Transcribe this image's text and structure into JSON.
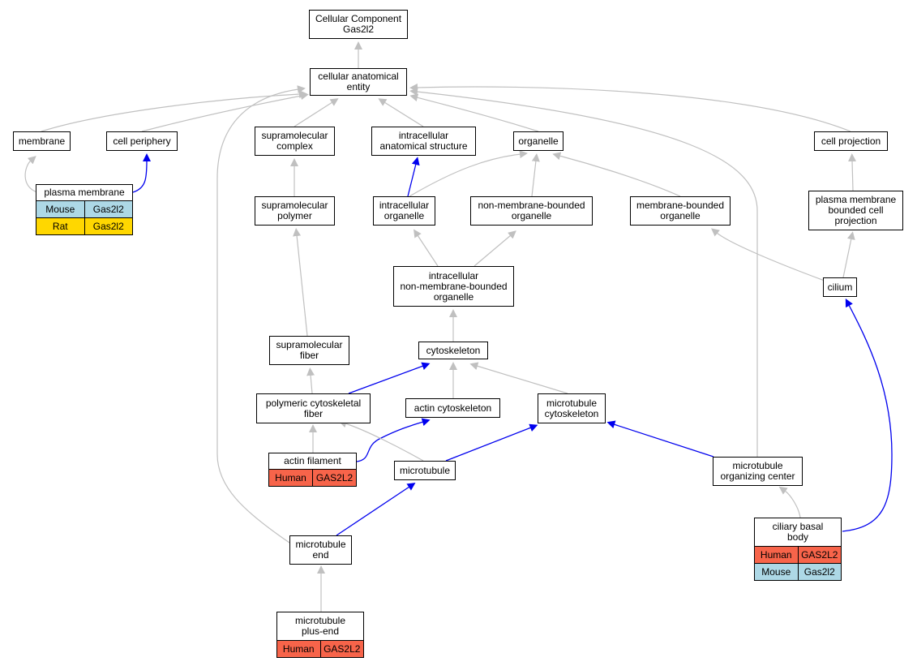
{
  "colors": {
    "is_a_edge": "#c0c0c0",
    "part_of_edge": "#0000ee",
    "human": "#f7644a",
    "mouse": "#add8e6",
    "rat": "#ffd700"
  },
  "nodes": [
    {
      "id": "root",
      "label": "Cellular Component\nGas2l2"
    },
    {
      "id": "cae",
      "label": "cellular anatomical\nentity"
    },
    {
      "id": "membrane",
      "label": "membrane"
    },
    {
      "id": "periphery",
      "label": "cell periphery"
    },
    {
      "id": "supcomplex",
      "label": "supramolecular\ncomplex"
    },
    {
      "id": "ias",
      "label": "intracellular\nanatomical structure"
    },
    {
      "id": "organelle",
      "label": "organelle"
    },
    {
      "id": "cellproj",
      "label": "cell projection"
    },
    {
      "id": "plasma",
      "label": "plasma membrane",
      "annotations": [
        {
          "species": "Mouse",
          "gene": "Gas2l2",
          "color": "mouse"
        },
        {
          "species": "Rat",
          "gene": "Gas2l2",
          "color": "rat"
        }
      ]
    },
    {
      "id": "suppolymer",
      "label": "supramolecular\npolymer"
    },
    {
      "id": "intraorg",
      "label": "intracellular\norganelle"
    },
    {
      "id": "nonmemorg",
      "label": "non-membrane-bounded\norganelle"
    },
    {
      "id": "memorg",
      "label": "membrane-bounded\norganelle"
    },
    {
      "id": "pmbcp",
      "label": "plasma membrane\nbounded cell\nprojection"
    },
    {
      "id": "inmbo",
      "label": "intracellular\nnon-membrane-bounded\norganelle"
    },
    {
      "id": "cilium",
      "label": "cilium"
    },
    {
      "id": "supfiber",
      "label": "supramolecular\nfiber"
    },
    {
      "id": "cytoskeleton",
      "label": "cytoskeleton"
    },
    {
      "id": "polyfiber",
      "label": "polymeric cytoskeletal\nfiber"
    },
    {
      "id": "actincyto",
      "label": "actin cytoskeleton"
    },
    {
      "id": "mtcyto",
      "label": "microtubule\ncytoskeleton"
    },
    {
      "id": "actinfil",
      "label": "actin filament",
      "annotations": [
        {
          "species": "Human",
          "gene": "GAS2L2",
          "color": "human"
        }
      ]
    },
    {
      "id": "microtubule",
      "label": "microtubule"
    },
    {
      "id": "mtoc",
      "label": "microtubule\norganizing center"
    },
    {
      "id": "basalbody",
      "label": "ciliary basal\nbody",
      "annotations": [
        {
          "species": "Human",
          "gene": "GAS2L2",
          "color": "human"
        },
        {
          "species": "Mouse",
          "gene": "Gas2l2",
          "color": "mouse"
        }
      ]
    },
    {
      "id": "mtend",
      "label": "microtubule\nend"
    },
    {
      "id": "mtplus",
      "label": "microtubule\nplus-end",
      "annotations": [
        {
          "species": "Human",
          "gene": "GAS2L2",
          "color": "human"
        }
      ]
    }
  ],
  "edges": [
    {
      "from": "cae",
      "to": "root",
      "type": "is_a"
    },
    {
      "from": "membrane",
      "to": "cae",
      "type": "is_a"
    },
    {
      "from": "periphery",
      "to": "cae",
      "type": "is_a"
    },
    {
      "from": "supcomplex",
      "to": "cae",
      "type": "is_a"
    },
    {
      "from": "ias",
      "to": "cae",
      "type": "is_a"
    },
    {
      "from": "organelle",
      "to": "cae",
      "type": "is_a"
    },
    {
      "from": "cellproj",
      "to": "cae",
      "type": "is_a"
    },
    {
      "from": "mtend",
      "to": "cae",
      "type": "is_a"
    },
    {
      "from": "mtoc",
      "to": "cae",
      "type": "is_a"
    },
    {
      "from": "plasma",
      "to": "membrane",
      "type": "is_a"
    },
    {
      "from": "plasma",
      "to": "periphery",
      "type": "part_of"
    },
    {
      "from": "suppolymer",
      "to": "supcomplex",
      "type": "is_a"
    },
    {
      "from": "intraorg",
      "to": "ias",
      "type": "part_of"
    },
    {
      "from": "intraorg",
      "to": "organelle",
      "type": "is_a"
    },
    {
      "from": "nonmemorg",
      "to": "organelle",
      "type": "is_a"
    },
    {
      "from": "memorg",
      "to": "organelle",
      "type": "is_a"
    },
    {
      "from": "pmbcp",
      "to": "cellproj",
      "type": "is_a"
    },
    {
      "from": "inmbo",
      "to": "intraorg",
      "type": "is_a"
    },
    {
      "from": "inmbo",
      "to": "nonmemorg",
      "type": "is_a"
    },
    {
      "from": "cilium",
      "to": "memorg",
      "type": "is_a"
    },
    {
      "from": "cilium",
      "to": "pmbcp",
      "type": "is_a"
    },
    {
      "from": "supfiber",
      "to": "suppolymer",
      "type": "is_a"
    },
    {
      "from": "cytoskeleton",
      "to": "inmbo",
      "type": "is_a"
    },
    {
      "from": "polyfiber",
      "to": "supfiber",
      "type": "is_a"
    },
    {
      "from": "polyfiber",
      "to": "cytoskeleton",
      "type": "part_of"
    },
    {
      "from": "actincyto",
      "to": "cytoskeleton",
      "type": "is_a"
    },
    {
      "from": "mtcyto",
      "to": "cytoskeleton",
      "type": "is_a"
    },
    {
      "from": "actinfil",
      "to": "polyfiber",
      "type": "is_a"
    },
    {
      "from": "actinfil",
      "to": "actincyto",
      "type": "part_of"
    },
    {
      "from": "microtubule",
      "to": "polyfiber",
      "type": "is_a"
    },
    {
      "from": "microtubule",
      "to": "mtcyto",
      "type": "part_of"
    },
    {
      "from": "mtoc",
      "to": "mtcyto",
      "type": "part_of"
    },
    {
      "from": "basalbody",
      "to": "mtoc",
      "type": "is_a"
    },
    {
      "from": "basalbody",
      "to": "cilium",
      "type": "part_of"
    },
    {
      "from": "mtend",
      "to": "microtubule",
      "type": "part_of"
    },
    {
      "from": "mtplus",
      "to": "mtend",
      "type": "is_a"
    }
  ]
}
